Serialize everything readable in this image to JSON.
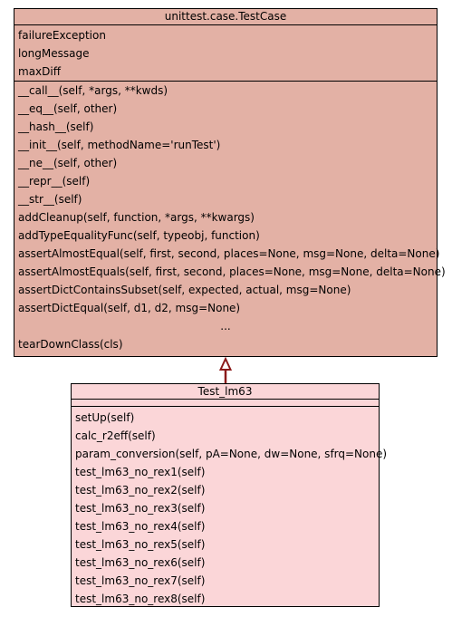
{
  "base": {
    "title": "unittest.case.TestCase",
    "attributes": [
      "failureException",
      "longMessage",
      "maxDiff"
    ],
    "methods": [
      "__call__(self, *args, **kwds)",
      "__eq__(self, other)",
      "__hash__(self)",
      "__init__(self, methodName='runTest')",
      "__ne__(self, other)",
      "__repr__(self)",
      "__str__(self)",
      "addCleanup(self, function, *args, **kwargs)",
      "addTypeEqualityFunc(self, typeobj, function)",
      "assertAlmostEqual(self, first, second, places=None, msg=None, delta=None)",
      "assertAlmostEquals(self, first, second, places=None, msg=None, delta=None)",
      "assertDictContainsSubset(self, expected, actual, msg=None)",
      "assertDictEqual(self, d1, d2, msg=None)"
    ],
    "ellipsis": "...",
    "last_method": "tearDownClass(cls)"
  },
  "derived": {
    "title": "Test_lm63",
    "methods": [
      "setUp(self)",
      "calc_r2eff(self)",
      "param_conversion(self, pA=None, dw=None, sfrq=None)",
      "test_lm63_no_rex1(self)",
      "test_lm63_no_rex2(self)",
      "test_lm63_no_rex3(self)",
      "test_lm63_no_rex4(self)",
      "test_lm63_no_rex5(self)",
      "test_lm63_no_rex6(self)",
      "test_lm63_no_rex7(self)",
      "test_lm63_no_rex8(self)"
    ]
  },
  "colors": {
    "base_fill": "#e3b1a5",
    "derived_fill": "#fbd6d8",
    "inheritance_arrow": "#8b1a1a"
  }
}
